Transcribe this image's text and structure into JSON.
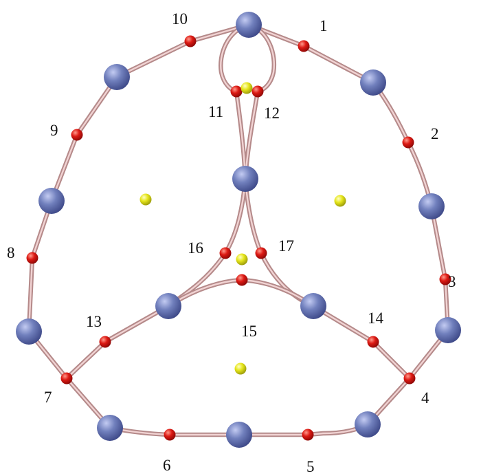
{
  "edge_labels": [
    "1",
    "2",
    "3",
    "4",
    "5",
    "6",
    "7",
    "8",
    "9",
    "10",
    "11",
    "12",
    "13",
    "14",
    "15",
    "16",
    "17"
  ],
  "colors": {
    "edge": "#c99e9e",
    "vertex": "#7180bd",
    "edge_point": "#dd1a14",
    "face_point": "#e6e61c"
  }
}
